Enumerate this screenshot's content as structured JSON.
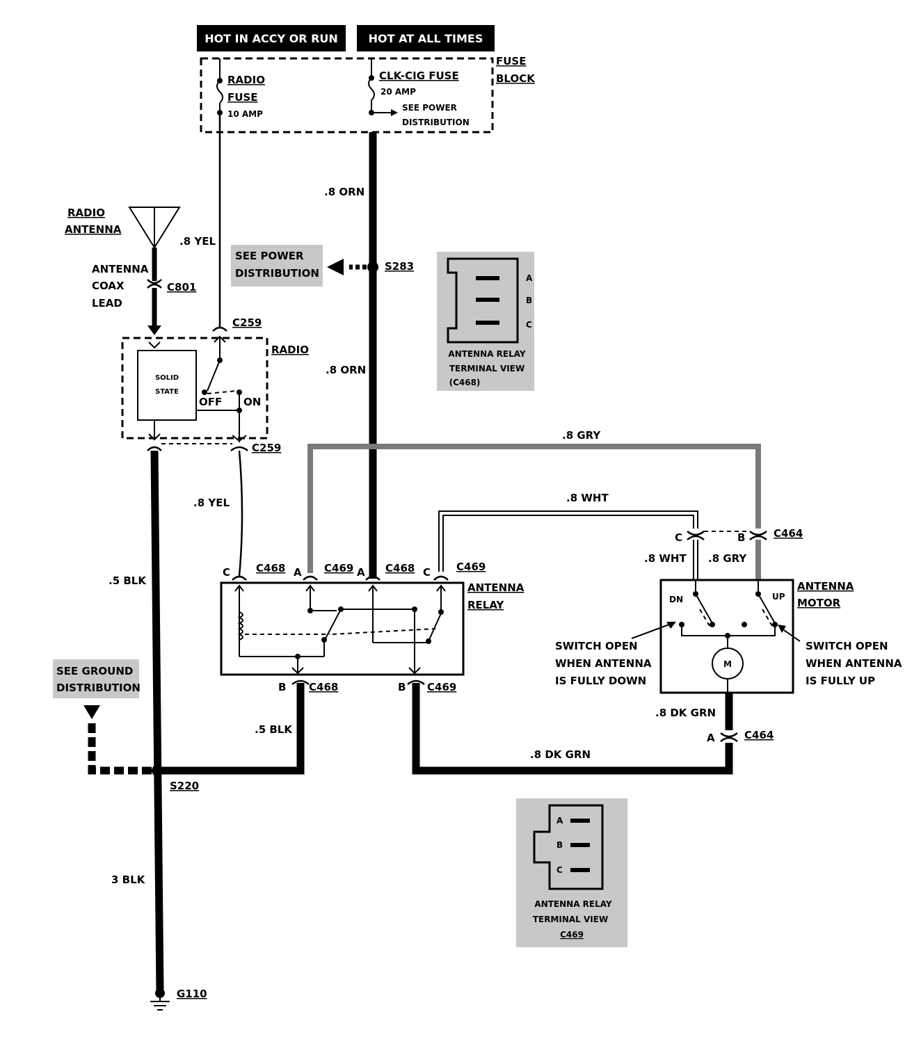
{
  "header": {
    "hot_accy_run": "HOT IN ACCY OR RUN",
    "hot_all_times": "HOT AT ALL TIMES"
  },
  "fuse_block": {
    "label_line1": "FUSE",
    "label_line2": "BLOCK",
    "radio_fuse_line1": "RADIO",
    "radio_fuse_line2": "FUSE",
    "radio_fuse_amp": "10 AMP",
    "clk_fuse": "CLK-CIG FUSE",
    "clk_fuse_amp": "20 AMP",
    "see_power_line1": "SEE POWER",
    "see_power_line2": "DISTRIBUTION"
  },
  "antenna": {
    "label_line1": "RADIO",
    "label_line2": "ANTENNA",
    "coax_line1": "ANTENNA",
    "coax_line2": "COAX",
    "coax_line3": "LEAD",
    "connector": "C801"
  },
  "radio": {
    "label": "RADIO",
    "solid_state_line1": "SOLID",
    "solid_state_line2": "STATE",
    "off": "OFF",
    "on": "ON",
    "connector_top": "C259",
    "connector_bottom": "C259"
  },
  "power_dist_note": {
    "line1": "SEE POWER",
    "line2": "DISTRIBUTION",
    "splice": "S283"
  },
  "ground_note": {
    "line1": "SEE GROUND",
    "line2": "DISTRIBUTION"
  },
  "wires": {
    "yel_top": ".8 YEL",
    "yel_bottom": ".8 YEL",
    "orn_top": ".8 ORN",
    "orn_mid": ".8 ORN",
    "gry_top": ".8 GRY",
    "wht_top": ".8 WHT",
    "wht_motor": ".8 WHT",
    "gry_motor": ".8 GRY",
    "blk_radio": ".5 BLK",
    "blk_relay": ".5 BLK",
    "blk_main": "3 BLK",
    "dkgrn_motor": ".8 DK GRN",
    "dkgrn_bottom": ".8 DK GRN"
  },
  "relay": {
    "label_line1": "ANTENNA",
    "label_line2": "RELAY",
    "top_connectors": [
      {
        "pin": "C",
        "conn": "C468"
      },
      {
        "pin": "A",
        "conn": "C469"
      },
      {
        "pin": "A",
        "conn": "C468"
      },
      {
        "pin": "C",
        "conn": "C469"
      }
    ],
    "bottom_connectors": [
      {
        "pin": "B",
        "conn": "C468"
      },
      {
        "pin": "B",
        "conn": "C469"
      }
    ]
  },
  "motor": {
    "label_line1": "ANTENNA",
    "label_line2": "MOTOR",
    "dn": "DN",
    "up": "UP",
    "m": "M",
    "switch_down_line1": "SWITCH OPEN",
    "switch_down_line2": "WHEN ANTENNA",
    "switch_down_line3": "IS FULLY DOWN",
    "switch_up_line1": "SWITCH OPEN",
    "switch_up_line2": "WHEN ANTENNA",
    "switch_up_line3": "IS FULLY UP",
    "pin_c": "C",
    "pin_b": "B",
    "pin_a": "A",
    "connector_top": "C464",
    "connector_bottom": "C464"
  },
  "splices": {
    "s220": "S220",
    "g110": "G110"
  },
  "terminal_view_c468": {
    "pins": [
      "A",
      "B",
      "C"
    ],
    "line1": "ANTENNA RELAY",
    "line2": "TERMINAL VIEW",
    "line3": "(C468)"
  },
  "terminal_view_c469": {
    "pins": [
      "A",
      "B",
      "C"
    ],
    "line1": "ANTENNA RELAY",
    "line2": "TERMINAL VIEW",
    "line3": "C469"
  }
}
